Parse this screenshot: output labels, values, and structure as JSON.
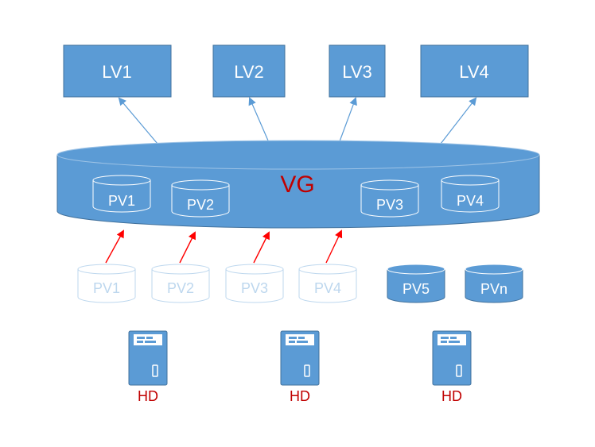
{
  "logical_volumes": [
    "LV1",
    "LV2",
    "LV3",
    "LV4"
  ],
  "volume_group": {
    "label": "VG",
    "member_pvs": [
      "PV1",
      "PV2",
      "PV3",
      "PV4"
    ]
  },
  "physical_volumes": {
    "faded": [
      "PV1",
      "PV2",
      "PV3",
      "PV4"
    ],
    "free": [
      "PV5",
      "PVn"
    ]
  },
  "hard_disks": [
    "HD",
    "HD",
    "HD"
  ],
  "colors": {
    "box_fill": "#5b9bd5",
    "box_stroke": "#41719c",
    "text_white": "#ffffff",
    "vg_label": "#c00000",
    "faded_stroke": "#bdd7ee",
    "faded_text": "#bdd7ee",
    "red_arrow": "#ff0000",
    "blue_arrow": "#5b9bd5",
    "hd_label": "#c00000"
  }
}
